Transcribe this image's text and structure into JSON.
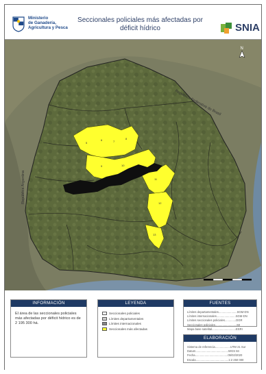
{
  "header": {
    "title_line1": "Seccionales policiales más afectadas por",
    "title_line2": "déficit hídrico",
    "ministry_line1": "Ministerio",
    "ministry_line2": "de Ganadería,",
    "ministry_line3": "Agricultura y Pesca",
    "snia": "SNIA"
  },
  "map": {
    "label_brasil": "República Federativa do Brasil",
    "label_argentina": "República Argentina",
    "north_arrow": "N",
    "colors": {
      "affected": "#ffff2e",
      "water": "#0f0f0f",
      "land": "#5c6b3a",
      "border": "#2a2a2a"
    }
  },
  "panels": {
    "info": {
      "heading": "INFORMACIÓN",
      "text": "El área de las seccionales policiales más afectadas por déficit hídrico es de 2 195 300 há."
    },
    "legend": {
      "heading": "LEYENDA",
      "items": [
        {
          "label": "Seccionales policiales",
          "color": "#ffffff"
        },
        {
          "label": "Límites departamentales",
          "color": "#cccccc"
        },
        {
          "label": "Límites internacionales",
          "color": "#888888"
        },
        {
          "label": "Seccionales más afectadas",
          "color": "#ffff2e"
        }
      ]
    },
    "sources": {
      "heading": "FUENTES",
      "items": [
        "Límites departamentales.......................SGM-DN",
        "Límites internacionales........................SGM-DN",
        "Límites seccionales policiales..............DGR",
        "Seccionales policiales...........................MI",
        "Mapa base satelital..............................ESRI"
      ]
    },
    "elaboration": {
      "heading": "ELABORACIÓN",
      "items": [
        "Sistema de referencia...................UTM 21 Sur",
        "Datum.........................................WGS 84",
        "Fecha.........................................05/02/2020",
        "Escala.........................................1:2 250 000"
      ]
    }
  }
}
